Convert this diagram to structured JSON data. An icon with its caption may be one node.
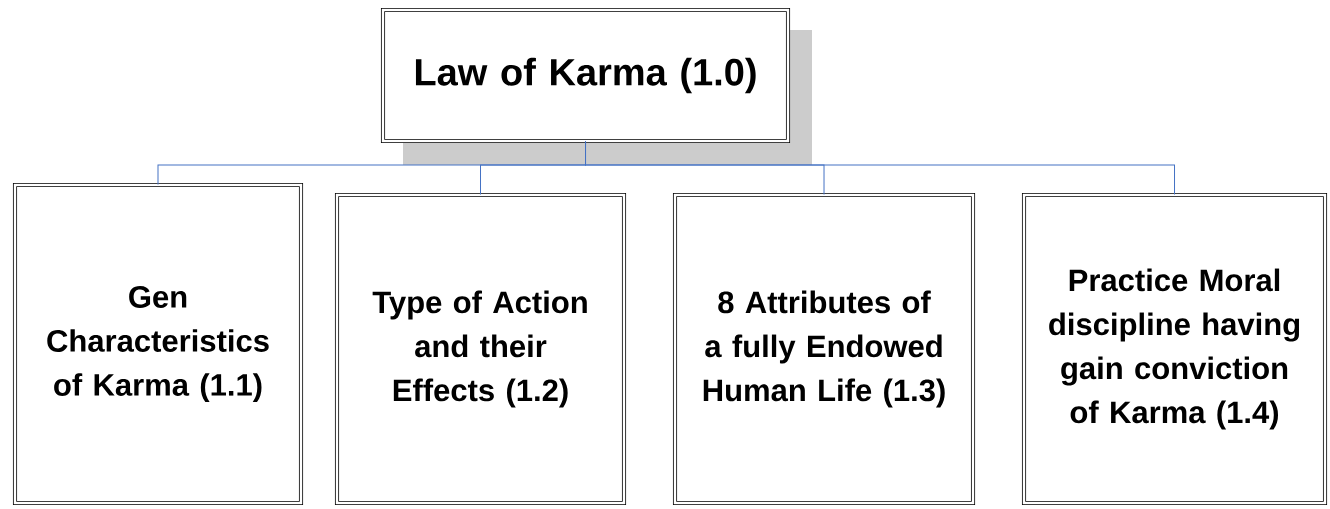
{
  "diagram": {
    "nodes": [
      {
        "text": [
          "Law of Karma (1.0)"
        ]
      },
      {
        "text": [
          "Gen Characteristics of Karma (1.1)"
        ]
      },
      {
        "text": [
          "Type of Action and their Effects (1.2)"
        ]
      },
      {
        "text": [
          "8 Attributes of a fully Endowed Human Life (1.3)"
        ]
      },
      {
        "text": [
          "Practice Moral discipline having gain conviction of Karma (1.4)"
        ]
      }
    ],
    "edges": [
      {
        "from": 0,
        "to": 1,
        "arrow": "none"
      },
      {
        "from": 0,
        "to": 2,
        "arrow": "none"
      },
      {
        "from": 0,
        "to": 3,
        "arrow": "none"
      },
      {
        "from": 0,
        "to": 4,
        "arrow": "none"
      }
    ]
  }
}
